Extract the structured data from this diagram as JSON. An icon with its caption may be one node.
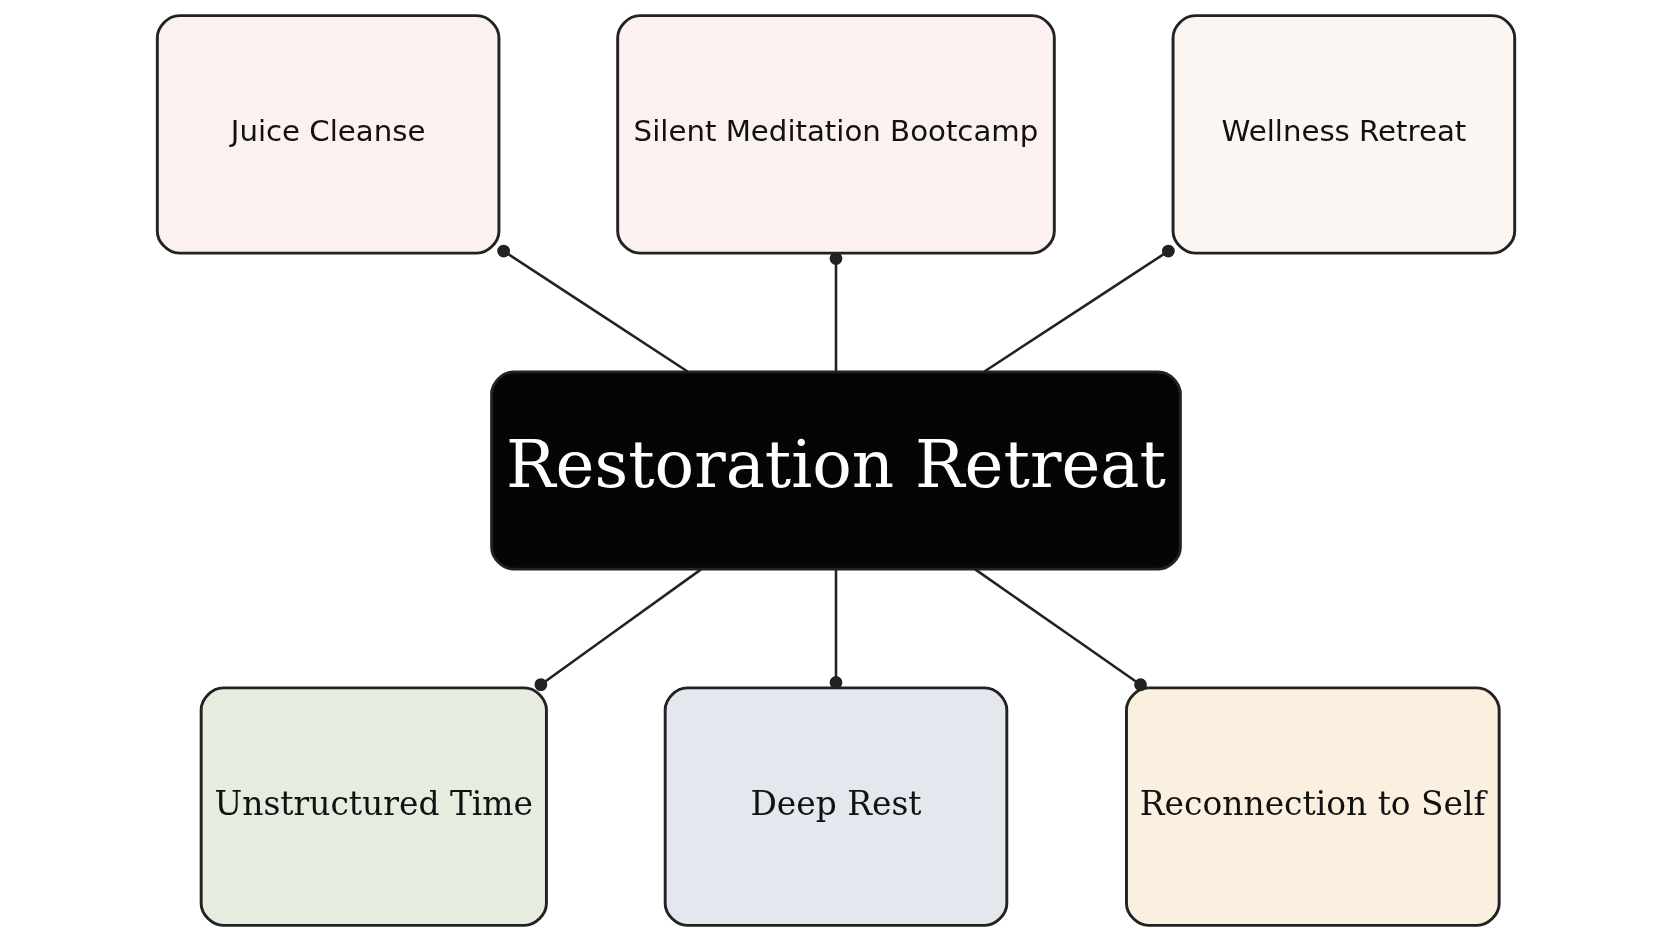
{
  "diagram": {
    "nodes": [
      {
        "text": [
          "Juice Cleanse"
        ]
      },
      {
        "text": [
          "Silent Meditation Bootcamp"
        ]
      },
      {
        "text": [
          "Wellness Retreat"
        ]
      },
      {
        "text": [
          "Restoration Retreat"
        ]
      },
      {
        "text": [
          "Unstructured Time"
        ]
      },
      {
        "text": [
          "Deep Rest"
        ]
      },
      {
        "text": [
          "Reconnection to Self"
        ]
      }
    ],
    "edges": [
      {
        "from": 3,
        "to": 0,
        "arrow": "other"
      },
      {
        "from": 3,
        "to": 1,
        "arrow": "other"
      },
      {
        "from": 3,
        "to": 2,
        "arrow": "other"
      },
      {
        "from": 3,
        "to": 4,
        "arrow": "other"
      },
      {
        "from": 3,
        "to": 5,
        "arrow": "other"
      },
      {
        "from": 3,
        "to": 6,
        "arrow": "other"
      }
    ]
  }
}
